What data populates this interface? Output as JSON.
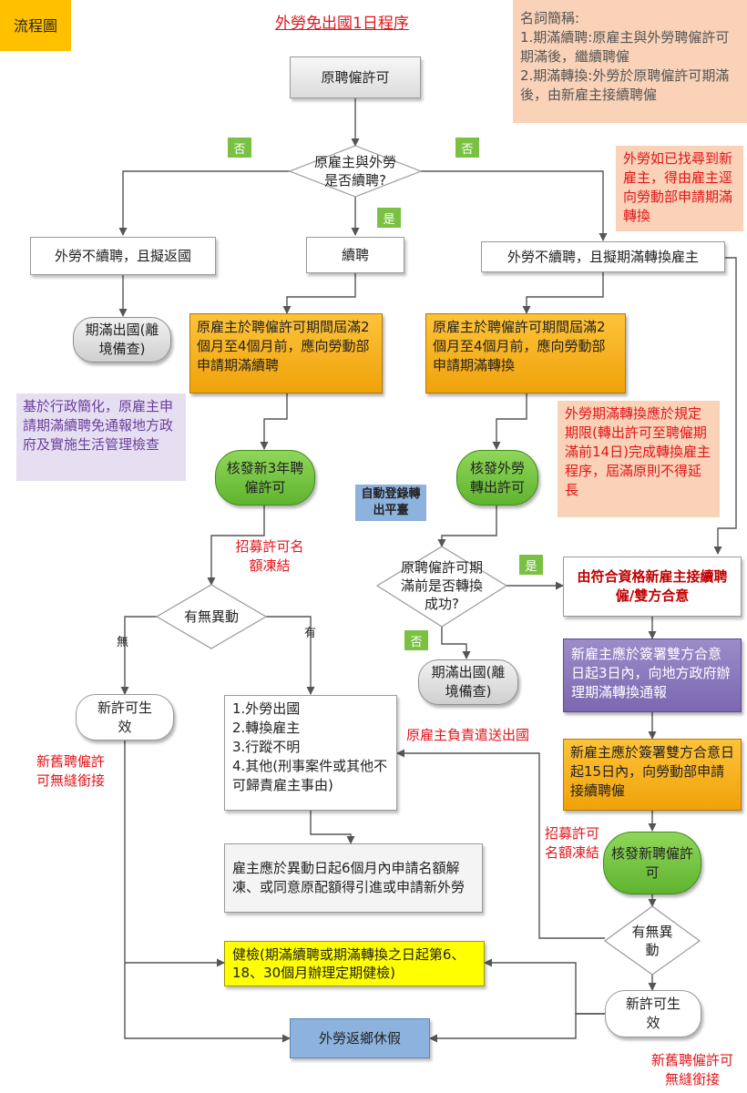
{
  "header": {
    "tag": "流程圖",
    "title": "外勞免出國1日程序",
    "glossary": [
      "名詞簡稱:",
      "1.期滿續聘:原雇主與外勞聘僱許可期滿後，繼續聘僱",
      "2.期滿轉換:外勞於原聘僱許可期滿後，由新雇主接續聘僱"
    ]
  },
  "nodes": {
    "start": "原聘僱許可",
    "decision1": "原雇主與外勞是否續聘?",
    "no_return": "外勞不續聘，且擬返國",
    "renew": "續聘",
    "transfer_intent": "外勞不續聘，且擬期滿轉換雇主",
    "exit_left": "期滿出國(離境備查)",
    "apply_renew": "原雇主於聘僱許可期間屆滿2個月至4個月前，應向勞動部申請期滿續聘",
    "apply_transfer": "原雇主於聘僱許可期間屆滿2個月至4個月前，應向勞動部申請期滿轉換",
    "issue_3yr": "核發新3年聘僱許可",
    "issue_transfer": "核發外勞轉出許可",
    "decision_change_left": "有無異動",
    "new_permit_left": "新許可生效",
    "change_list": [
      "1.外勞出國",
      "2.轉換雇主",
      "3.行蹤不明",
      "4.其他(刑事案件或其他不可歸責雇主事由)"
    ],
    "reapply": "雇主應於異動日起6個月內申請名額解凍、或同意原配額得引進或申請新外勞",
    "decision_transfer": "原聘僱許可期滿前是否轉換成功?",
    "exit_mid": "期滿出國(離境備查)",
    "new_employer": "由符合資格新雇主接續聘僱/雙方合意",
    "report_local": "新雇主應於簽署雙方合意日起3日內，向地方政府辦理期滿轉換通報",
    "apply_continue": "新雇主應於簽署雙方合意日起15日內，向勞動部申請接續聘僱",
    "issue_new": "核發新聘僱許可",
    "decision_change_right": "有無異動",
    "new_permit_right": "新許可生效",
    "health_check": "健檢(期滿續聘或期滿轉換之日起第6、18、30個月辦理定期健檢)",
    "home_leave": "外勞返鄉休假"
  },
  "labels": {
    "no_left": "否",
    "no_right": "否",
    "yes_mid": "是",
    "yes_transfer": "是",
    "no_transfer": "否",
    "none": "無",
    "has": "有",
    "auto_platform": "自動登錄轉出平臺"
  },
  "notes": {
    "find_employer": "外勞如已找尋到新雇主，得由雇主逕向勞動部申請期滿轉換",
    "admin_simplify": "基於行政簡化，原雇主申請期滿續聘免通報地方政府及實施生活管理檢查",
    "transfer_deadline": "外勞期滿轉換應於規定期限(轉出許可至聘僱期滿前14日)完成轉換雇主程序，屆滿原則不得延長",
    "freeze_left": "招募許可名額凍結",
    "seamless_left": "新舊聘僱許可無縫銜接",
    "original_employer": "原雇主負責遣送出國",
    "freeze_right": "招募許可名額凍結",
    "seamless_right": "新舊聘僱許可無縫銜接"
  },
  "colors": {
    "orange": "#f5a918",
    "green": "#6cc03b",
    "purple": "#8b7bbd",
    "yellow": "#ffff00",
    "blue": "#8db2dd",
    "red_text": "#e0161b",
    "peach": "#f9d2b7",
    "lavender": "#e6dff2",
    "tag": "#ffc000"
  }
}
